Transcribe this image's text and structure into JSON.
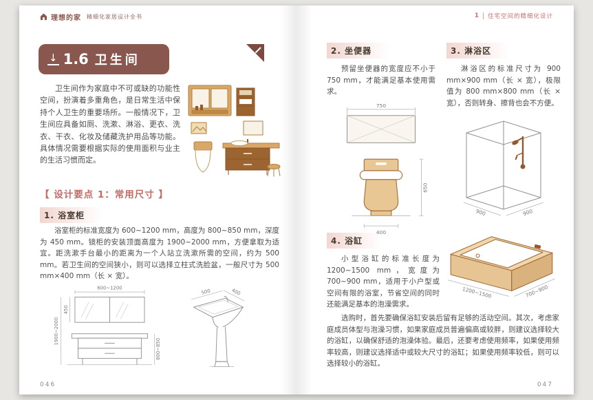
{
  "header": {
    "logo_title": "理想的家",
    "logo_subtitle": "精细化家居设计全书",
    "chapter_number": "1",
    "chapter_title": "住宅空间的精细化设计"
  },
  "footer": {
    "left_page": "046",
    "right_page": "047"
  },
  "section": {
    "number": "1.6",
    "title": "卫生间",
    "intro": "卫生间作为家庭中不可或缺的功能性空间，扮演着多重角色，是日常生活中保持个人卫生的重要场所。一般情况下，卫生间应具备如厕、洗漱、淋浴、更衣、洗衣、干衣、化妆及储藏洗护用品等功能。具体情况需要根据实际的使用面积与业主的生活习惯而定。",
    "key_point": "【 设计要点 1：常用尺寸 】"
  },
  "vanity": {
    "title": "1. 浴室柜",
    "text": "浴室柜的标准宽度为 600~1200 mm，高度为 800~850 mm，深度为 450 mm。镜柜的安装顶面高度为 1900~2000 mm，方便拿取为适宜。距洗漱手台最小的距离为一个人站立洗漱所需的空间，约为 500 mm。若卫生间的空间狭小，则可以选择立柱式洗脸盆，一般尺寸为 500 mm×400 mm（长 × 宽）。",
    "dims": {
      "width": "600~1200",
      "mirror_height": "450",
      "total_height": "1900~2000",
      "cabinet_height": "800~850",
      "sink_width": "500",
      "sink_depth": "400"
    }
  },
  "toilet": {
    "title": "2. 坐便器",
    "text": "预留坐便器的宽度应不小于 750 mm，才能满足基本使用需求。",
    "dims": {
      "width": "750",
      "height": "650",
      "base": "400"
    }
  },
  "shower": {
    "title": "3. 淋浴区",
    "text": "淋浴区的标准尺寸为 900 mm×900 mm（长 × 宽），极限值为 800 mm×800 mm（长 × 宽），否则转身、擦背也会不方便。",
    "dims": {
      "side_a": "900",
      "side_b": "900"
    }
  },
  "bathtub": {
    "title": "4. 浴缸",
    "text": "小型浴缸的标准长度为 1200~1500 mm，宽度为 700~900 mm，适用于小户型或空间有限的浴室，节省空间的同时还能满足基本的泡澡需求。",
    "dims": {
      "length": "1200~1500",
      "width": "700~900"
    },
    "note": "选购时，首先要确保浴缸安装后留有足够的活动空间。其次，考虑家庭成员体型与泡澡习惯，如果家庭成员普遍偏高或较胖，则建议选择较大的浴缸，以确保舒适的泡澡体验。最后，还要考虑使用频率，如果使用频率较高，则建议选择适中或较大尺寸的浴缸；如果使用频率较低，则可以选择较小的浴缸。"
  }
}
